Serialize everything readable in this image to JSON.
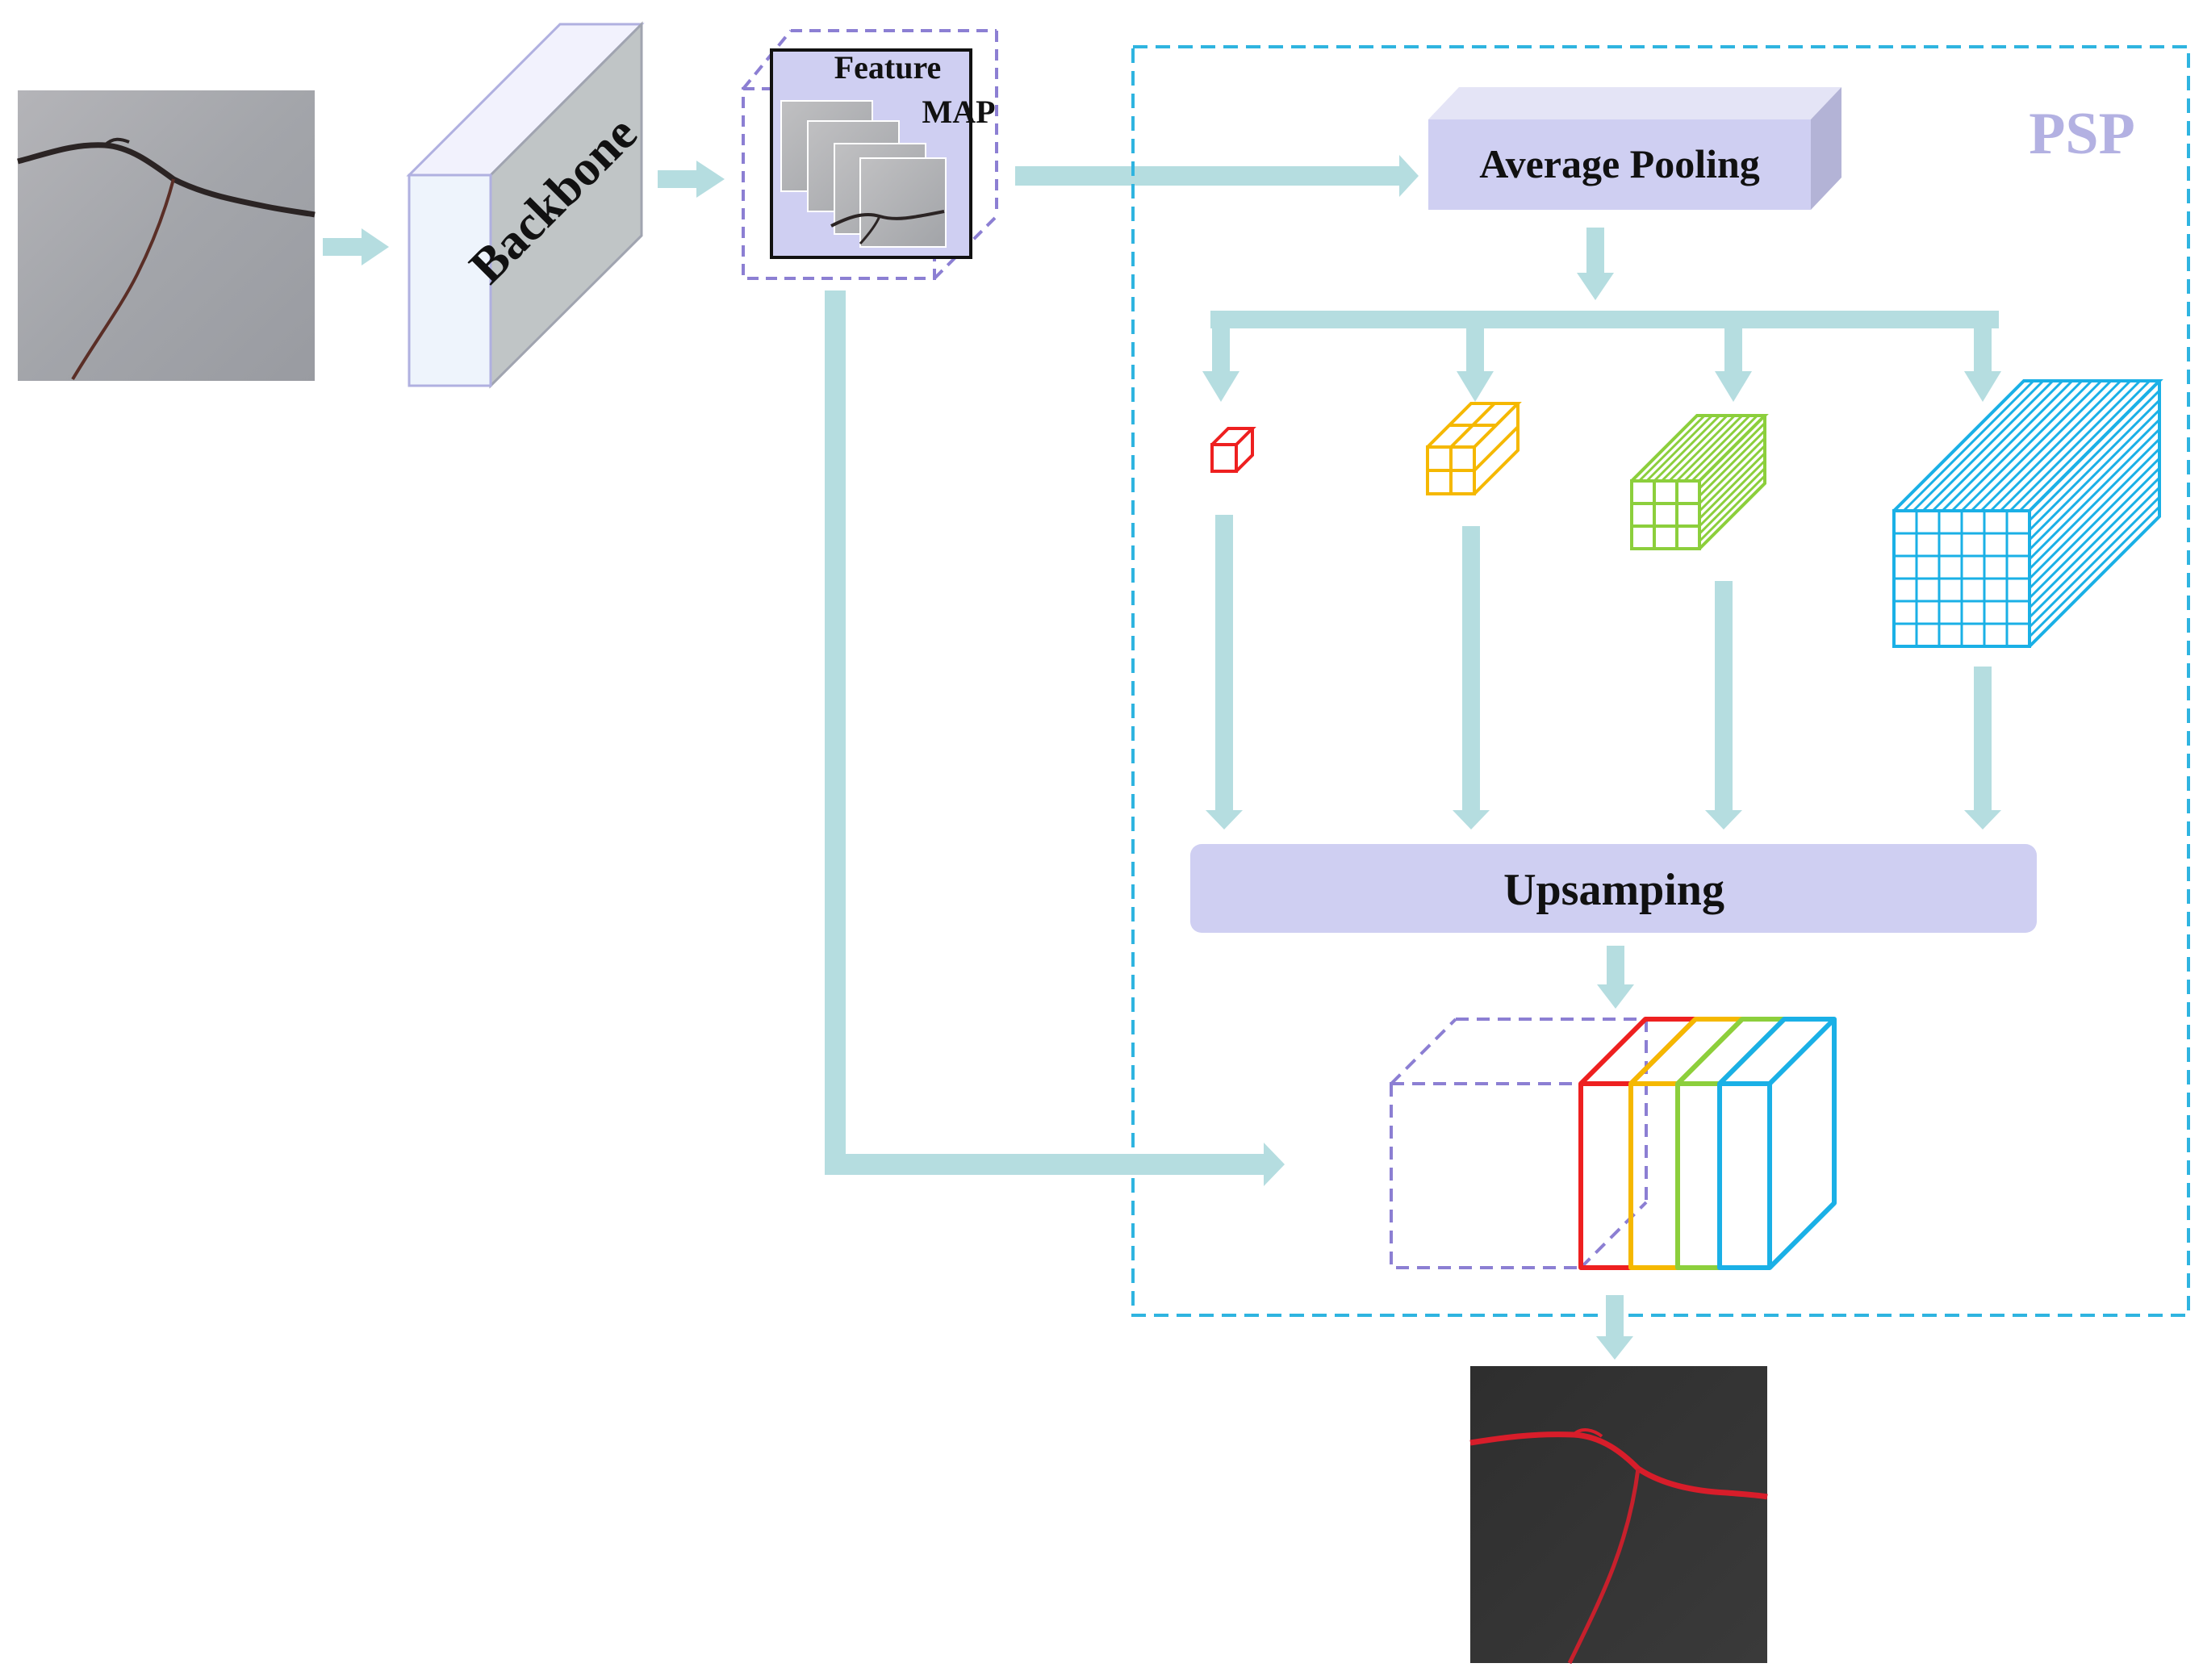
{
  "labels": {
    "backbone": "Backbone",
    "feature_line1": "Feature",
    "feature_line2": "MAP",
    "psp": "PSP",
    "average_pooling": "Average Pooling",
    "upsampling": "Upsamping"
  },
  "colors": {
    "arrow": "#b5dde0",
    "lavender": "#cfcff2",
    "lavender_dark": "#9c9bc6",
    "psp_border": "#2fb4e0",
    "psp_text": "#b3b1e2",
    "dashed_purple": "#8c7fd3",
    "bin_red": "#ee2020",
    "bin_yellow": "#f5b800",
    "bin_green": "#8ccf3c",
    "bin_blue": "#1ab0e6"
  }
}
